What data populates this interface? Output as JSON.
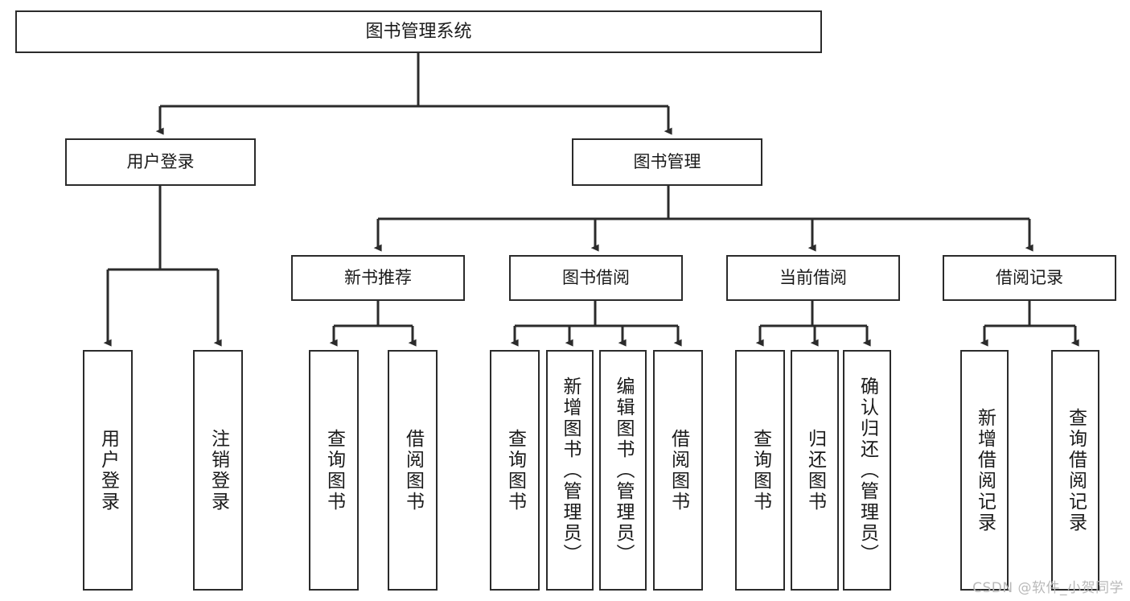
{
  "diagram": {
    "title": "图书管理系统",
    "type": "hierarchy-tree",
    "watermark": "CSDN @软件_小贺同学",
    "colors": {
      "box_border": "#2b2b2b",
      "box_fill": "#ffffff",
      "connector": "#2b2b2b",
      "text": "#1a1a1a",
      "watermark": "#b9b9b9"
    },
    "root": {
      "label": "图书管理系统"
    },
    "level2": [
      {
        "label": "用户登录"
      },
      {
        "label": "图书管理"
      }
    ],
    "level3": [
      {
        "label": "新书推荐"
      },
      {
        "label": "图书借阅"
      },
      {
        "label": "当前借阅"
      },
      {
        "label": "借阅记录"
      }
    ],
    "leaves": {
      "user_login": [
        {
          "label": "用户登录"
        },
        {
          "label": "注销登录"
        }
      ],
      "new_book": [
        {
          "label": "查询图书"
        },
        {
          "label": "借阅图书"
        }
      ],
      "book_borrow": [
        {
          "label": "查询图书"
        },
        {
          "label": "新增图书（管理员）"
        },
        {
          "label": "编辑图书（管理员）"
        },
        {
          "label": "借阅图书"
        }
      ],
      "current_borrow": [
        {
          "label": "查询图书"
        },
        {
          "label": "归还图书"
        },
        {
          "label": "确认归还（管理员）"
        }
      ],
      "borrow_record": [
        {
          "label": "新增借阅记录"
        },
        {
          "label": "查询借阅记录"
        }
      ]
    }
  }
}
